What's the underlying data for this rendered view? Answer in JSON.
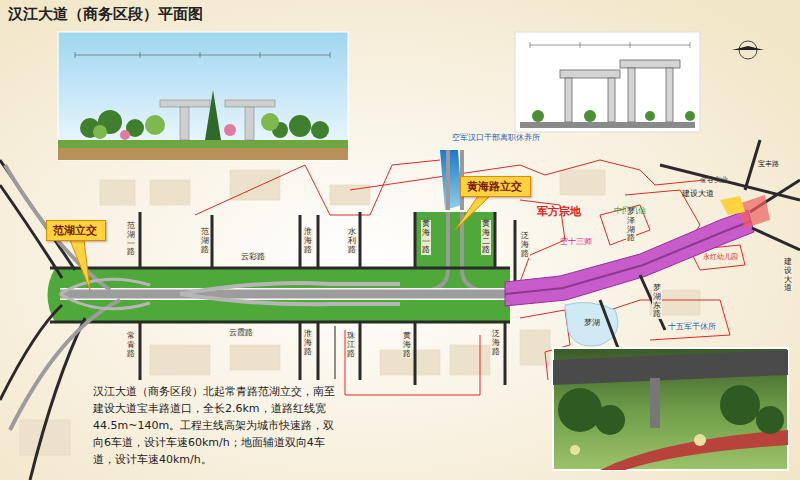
{
  "diagram": {
    "title": "汉江大道（商务区段）平面图",
    "caption": "汉江大道（商务区段）北起常青路范湖立交，南至建设大道宝丰路道口，全长2.6km，道路红线宽44.5m~140m。工程主线高架为城市快速路，双向6车道，设计车速60km/h；地面辅道双向4车道，设计车速40km/h。",
    "nodes": [
      {
        "text": [
          "范湖立交"
        ]
      },
      {
        "text": [
          "黄海路立交"
        ]
      }
    ],
    "labels": [
      "空军汉口干部离职休养所",
      "军方宗地",
      "空十三师",
      "中国电信",
      "金谷实业",
      "建设大道",
      "宝丰路",
      "永红幼儿园",
      "十五军干休所",
      "梦湖",
      "范湖一路",
      "范湖路",
      "云彩路",
      "淮海路",
      "水利路",
      "黄海一路",
      "黄海二路",
      "泛海路",
      "云霞路",
      "淮海路",
      "珠江路",
      "黄海路",
      "泛海路",
      "常青路",
      "梦泽湖路",
      "梦湖东路",
      "建设大道"
    ]
  }
}
